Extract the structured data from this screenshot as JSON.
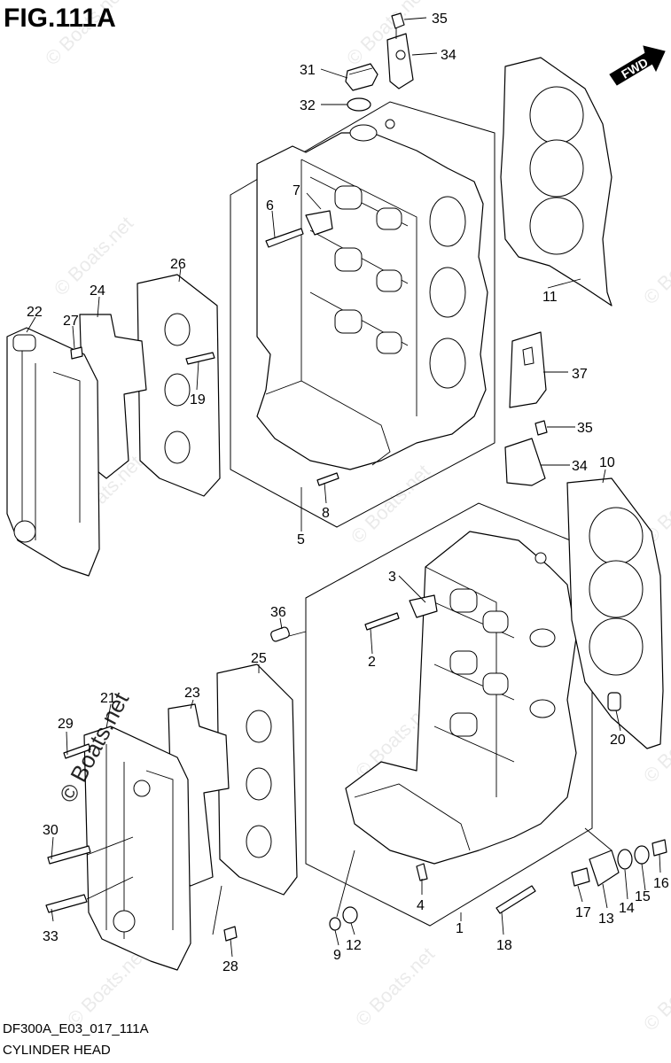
{
  "figure": {
    "title": "FIG.111A",
    "code": "DF300A_E03_017_111A",
    "caption": "CYLINDER HEAD"
  },
  "direction_badge": "FWD",
  "watermark": {
    "text": "© Boats.net"
  },
  "callouts": {
    "c1": "1",
    "c2": "2",
    "c3": "3",
    "c4": "4",
    "c5": "5",
    "c6": "6",
    "c7": "7",
    "c8": "8",
    "c9": "9",
    "c10": "10",
    "c11": "11",
    "c12": "12",
    "c13": "13",
    "c14": "14",
    "c15": "15",
    "c16": "16",
    "c17": "17",
    "c18": "18",
    "c19": "19",
    "c20": "20",
    "c21": "21",
    "c22": "22",
    "c23": "23",
    "c24": "24",
    "c25": "25",
    "c26": "26",
    "c27": "27",
    "c28": "28",
    "c29": "29",
    "c30": "30",
    "c31": "31",
    "c32": "32",
    "c33": "33",
    "c34a": "34",
    "c34b": "34",
    "c35a": "35",
    "c35b": "35",
    "c36": "36",
    "c37": "37"
  }
}
